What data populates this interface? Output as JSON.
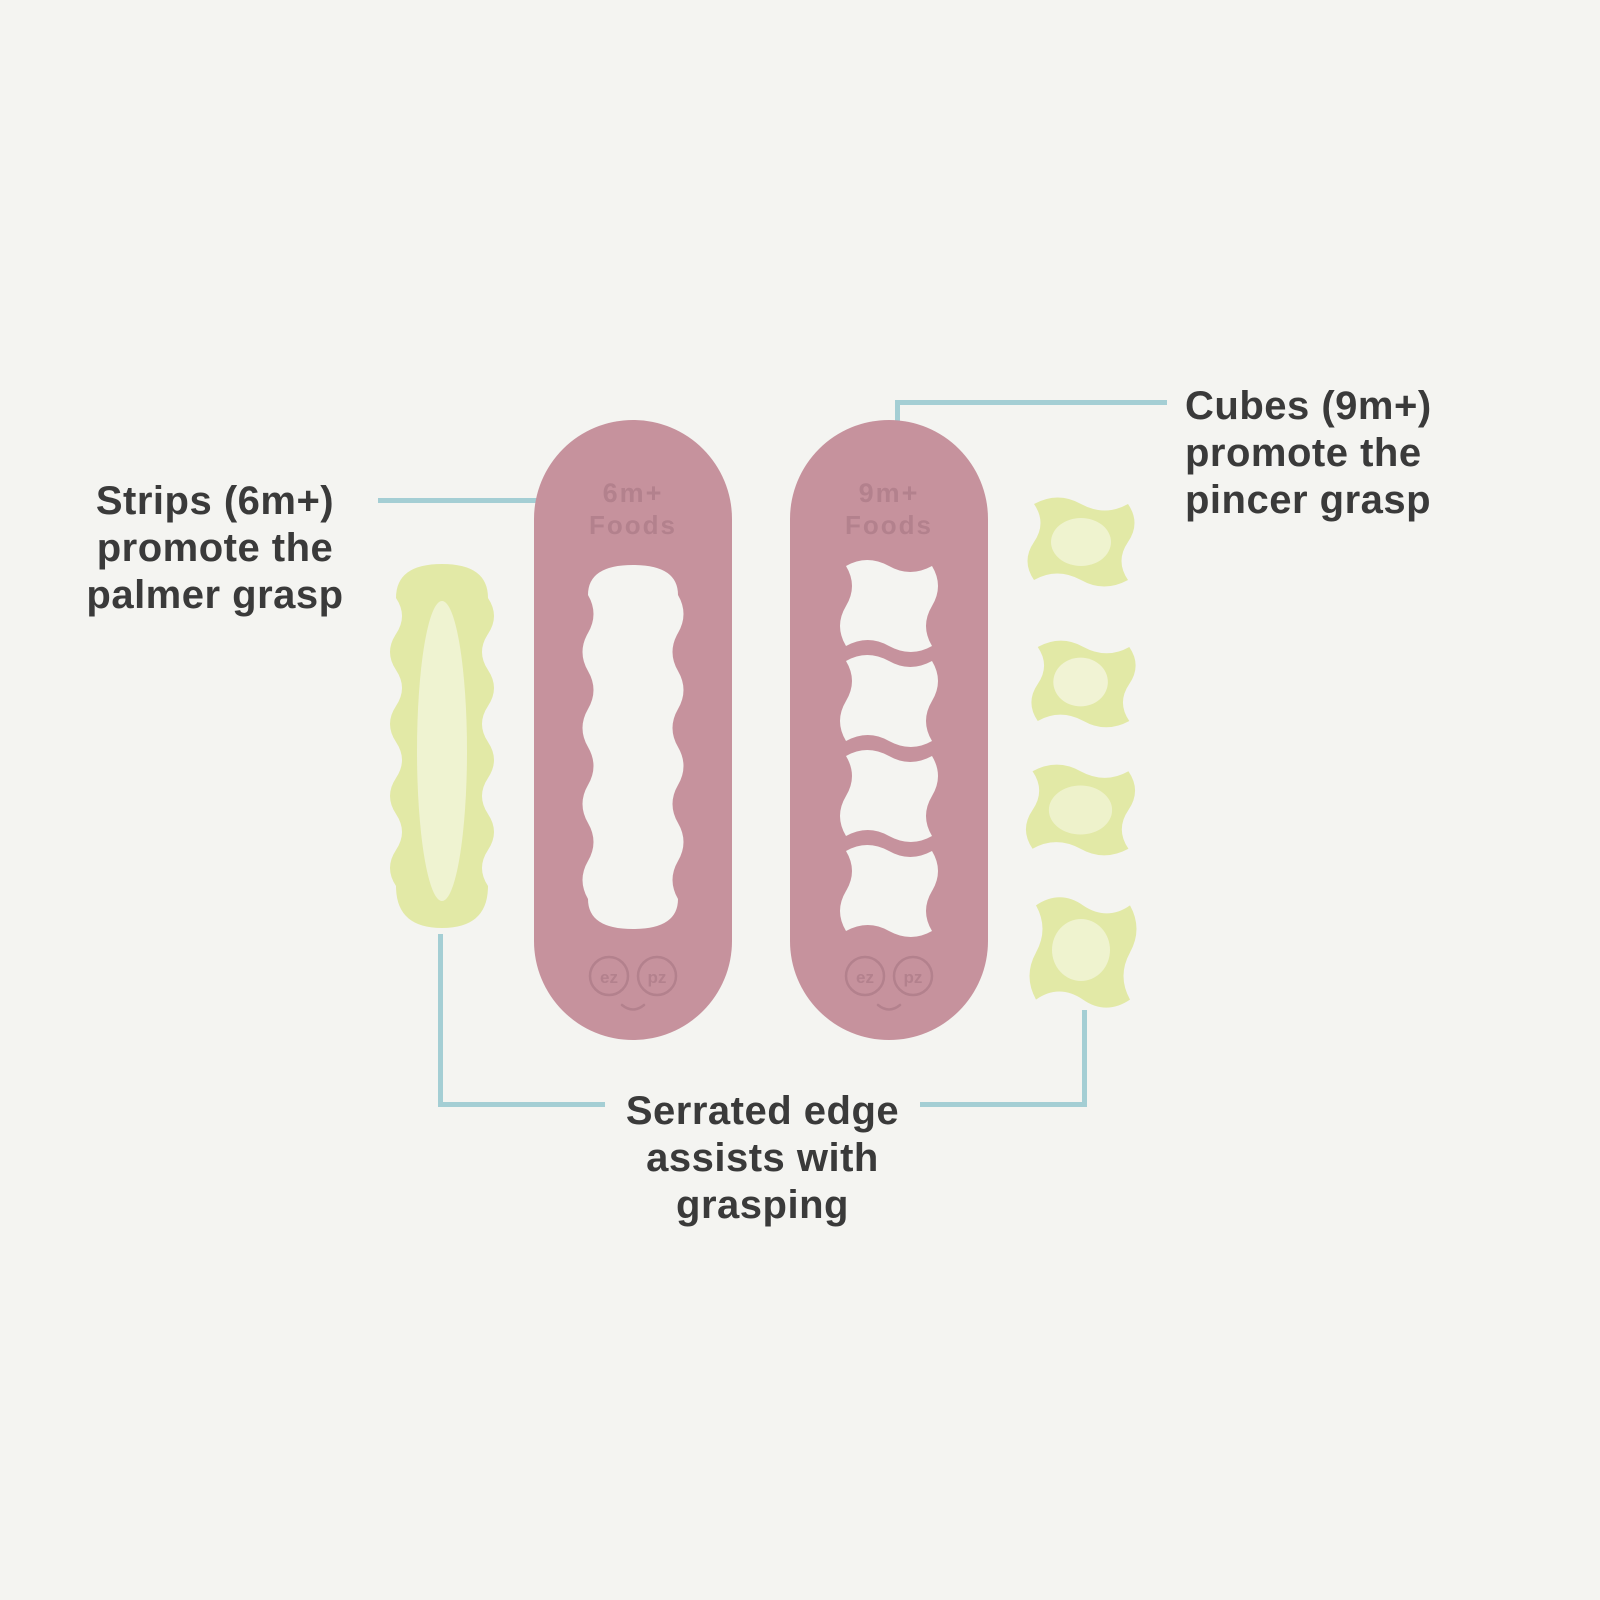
{
  "page": {
    "background": "#f4f4f1",
    "description": "Infographic of two silicone baby food cutters with melon pieces"
  },
  "colors": {
    "cutter_body": "#c6929d",
    "cutter_emboss": "#b3818d",
    "cutout_fill": "#f4f4f1",
    "melon_fill": "#e2e9a6",
    "melon_highlight": "#f3f5dc",
    "callout_line": "#a4ced4",
    "label_text": "#3a3a3a"
  },
  "callouts": {
    "strips": {
      "line1": "Strips (6m+)",
      "line2": "promote the",
      "line3": "palmer grasp"
    },
    "cubes": {
      "line1": "Cubes (9m+)",
      "line2": "promote the",
      "line3": "pincer grasp"
    },
    "serrated": {
      "line1": "Serrated edge",
      "line2": "assists with",
      "line3": "grasping"
    }
  },
  "cutters": {
    "strip": {
      "age_label": "6m+",
      "foods_label": "Foods",
      "logo_ez": "ez",
      "logo_pz": "pz"
    },
    "cube": {
      "age_label": "9m+",
      "foods_label": "Foods",
      "logo_ez": "ez",
      "logo_pz": "pz"
    }
  }
}
